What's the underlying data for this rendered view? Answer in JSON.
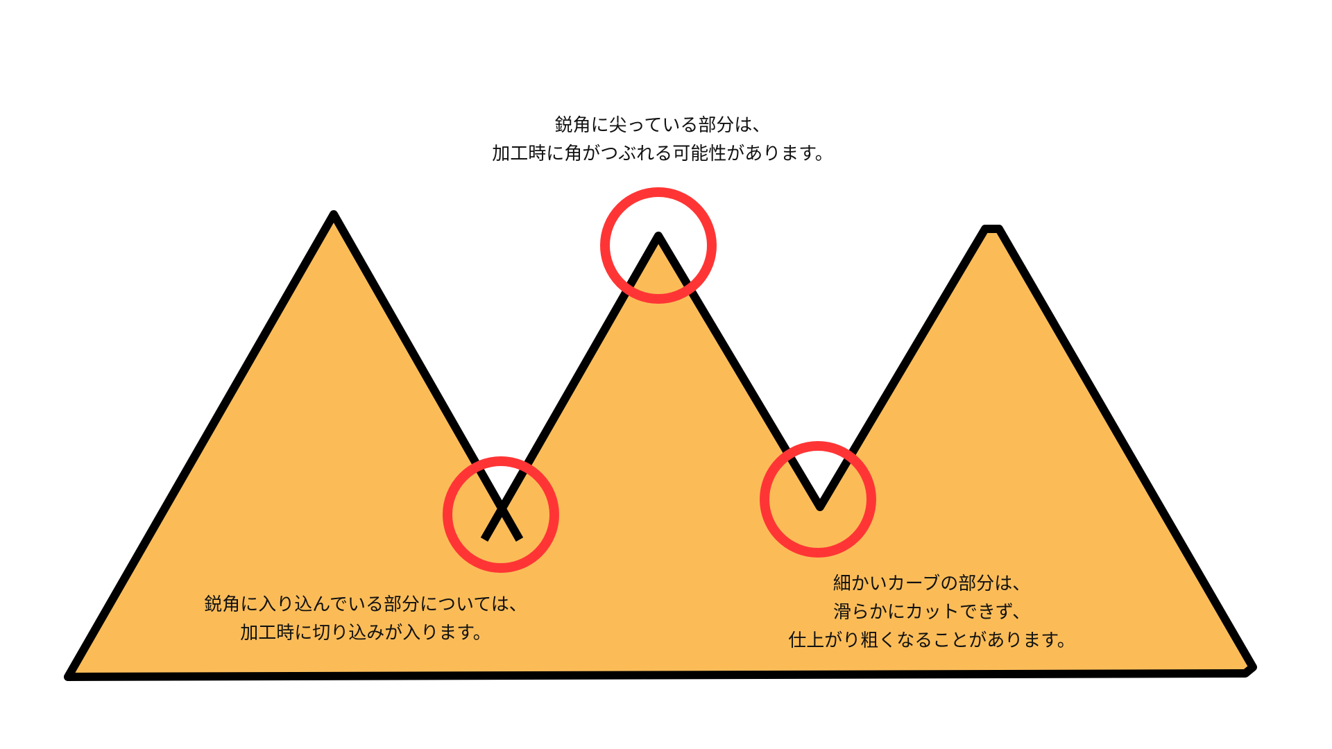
{
  "colors": {
    "fill": "#FBBC58",
    "outline": "#000000",
    "highlight": "#FF3535",
    "background": "#FFFFFF"
  },
  "notes": {
    "top": [
      "鋭角に尖っている部分は、",
      "加工時に角がつぶれる可能性があります。"
    ],
    "left": [
      "鋭角に入り込んでいる部分については、",
      "加工時に切り込みが入ります。"
    ],
    "right": [
      "細かいカーブの部分は、",
      "滑らかにカットできず、",
      "仕上がり粗くなることがあります。"
    ]
  }
}
